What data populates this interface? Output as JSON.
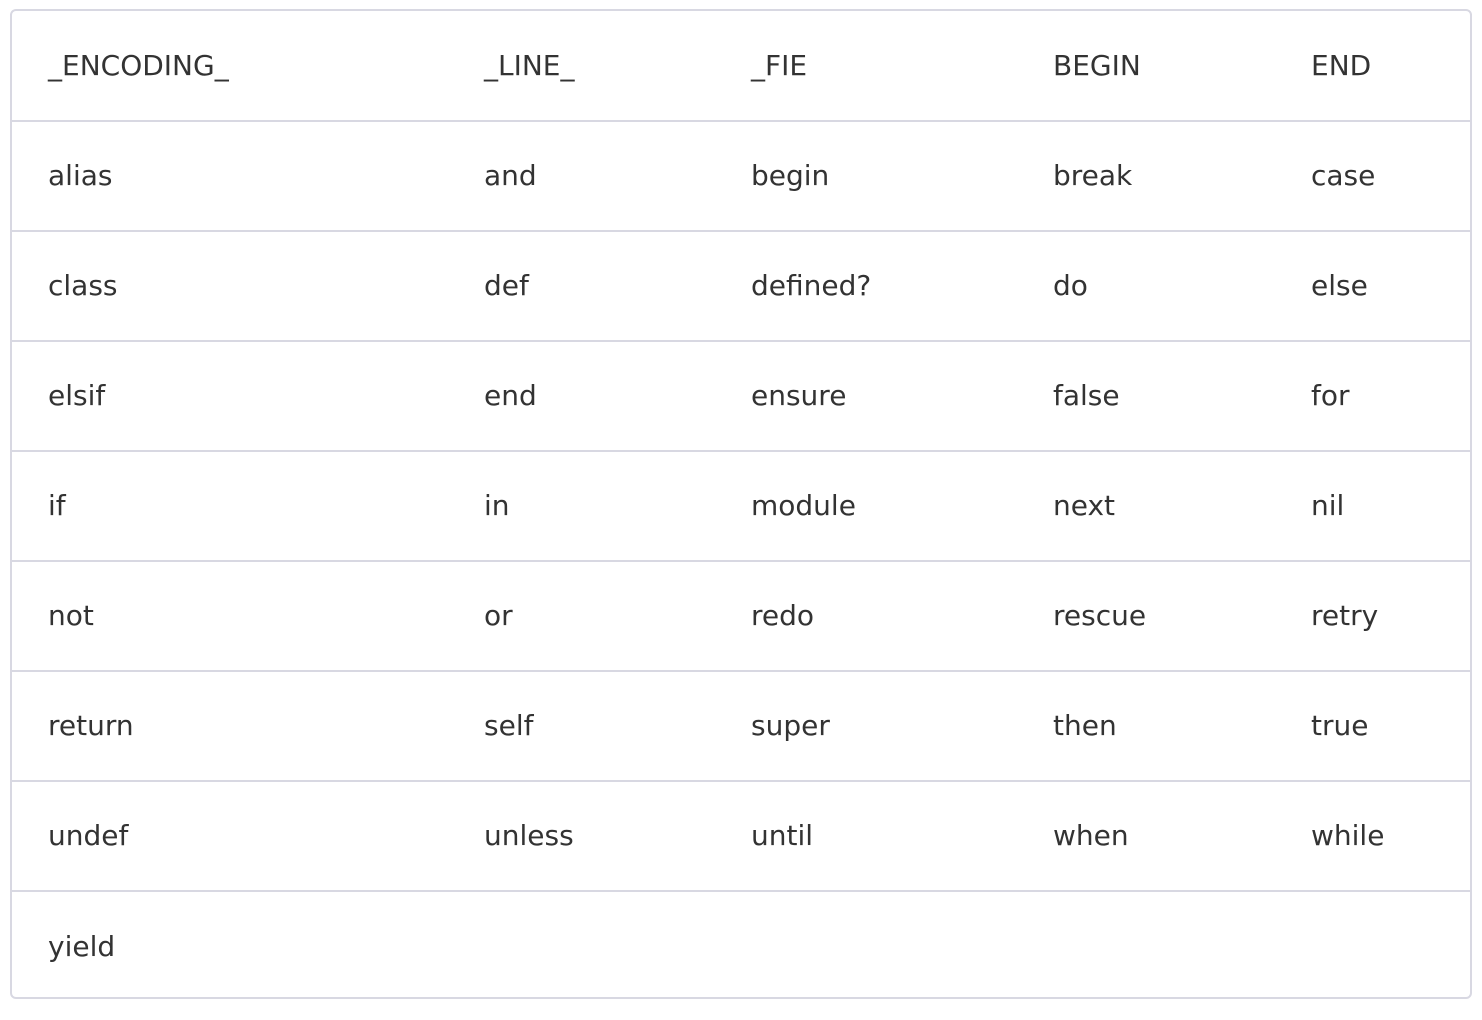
{
  "table": {
    "rows": [
      [
        "_ENCODING_",
        "_LINE_",
        "_FIE",
        "BEGIN",
        "END"
      ],
      [
        "alias",
        "and",
        "begin",
        "break",
        "case"
      ],
      [
        "class",
        "def",
        "defined?",
        "do",
        "else"
      ],
      [
        "elsif",
        "end",
        "ensure",
        "false",
        "for"
      ],
      [
        "if",
        "in",
        "module",
        "next",
        "nil"
      ],
      [
        "not",
        "or",
        "redo",
        "rescue",
        "retry"
      ],
      [
        "return",
        "self",
        "super",
        "then",
        "true"
      ],
      [
        "undef",
        "unless",
        "until",
        "when",
        "while"
      ],
      [
        "yield",
        "",
        "",
        "",
        ""
      ]
    ]
  }
}
